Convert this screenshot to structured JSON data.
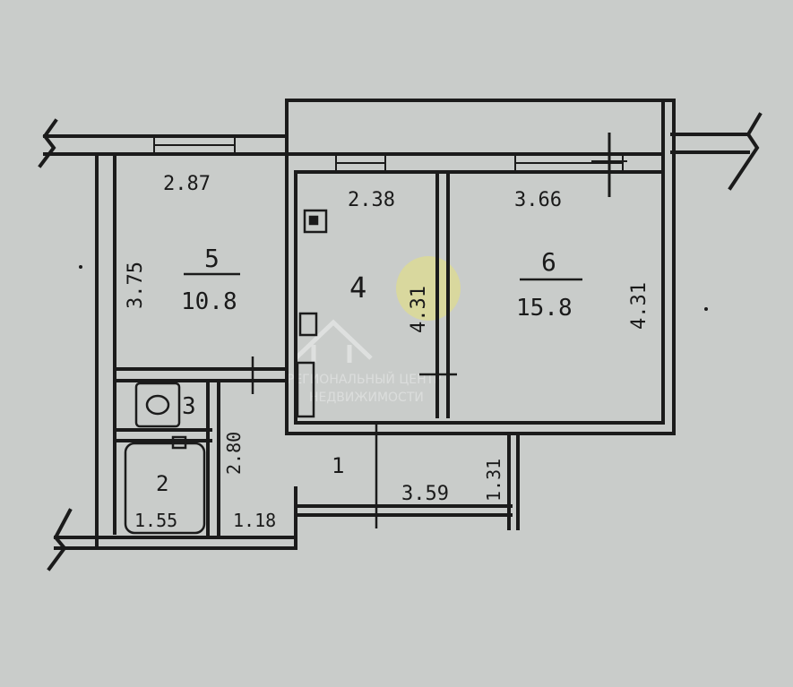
{
  "plan": {
    "rooms": [
      {
        "number": "5",
        "area": "10.8",
        "width": "2.87",
        "length": "3.75"
      },
      {
        "number": "4",
        "width": "2.38",
        "length": "4.31"
      },
      {
        "number": "6",
        "area": "15.8",
        "width": "3.66",
        "length": "4.31"
      },
      {
        "number": "3",
        "length": "2.80"
      },
      {
        "number": "2",
        "width": "1.55"
      },
      {
        "number": "1",
        "width": "1.18",
        "length": "3.59",
        "depth": "1.31"
      }
    ]
  },
  "watermark": {
    "line1": "РЕГИОНАЛЬНЫЙ ЦЕНТР",
    "line2": "НЕДВИЖИМОСТИ",
    "logo": "house-logo"
  },
  "colors": {
    "paper": "#c9ccca",
    "ink": "#1b1b1b"
  }
}
